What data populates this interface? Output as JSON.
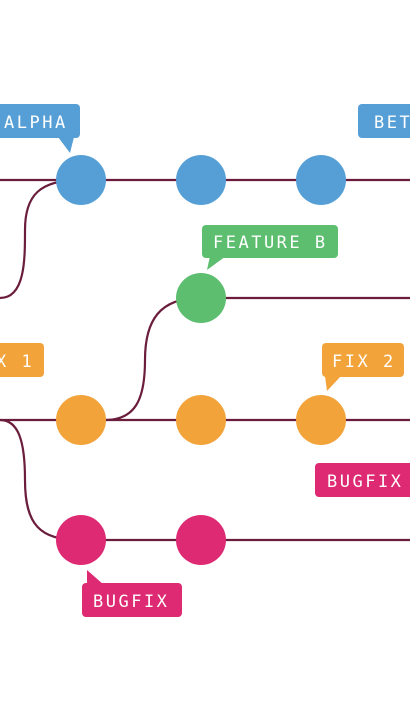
{
  "colors": {
    "line": "#6b1d3c",
    "blue": "#569fd6",
    "green": "#5cbe6e",
    "orange": "#f2a33a",
    "magenta": "#dd2a72"
  },
  "tags": {
    "alpha": "ALPHA",
    "beta": "BET",
    "feature_b": "FEATURE B",
    "fix_1": "X 1",
    "fix_2": "FIX 2",
    "bugfix_right": "BUGFIX",
    "bugfix_bottom": "BUGFIX"
  }
}
